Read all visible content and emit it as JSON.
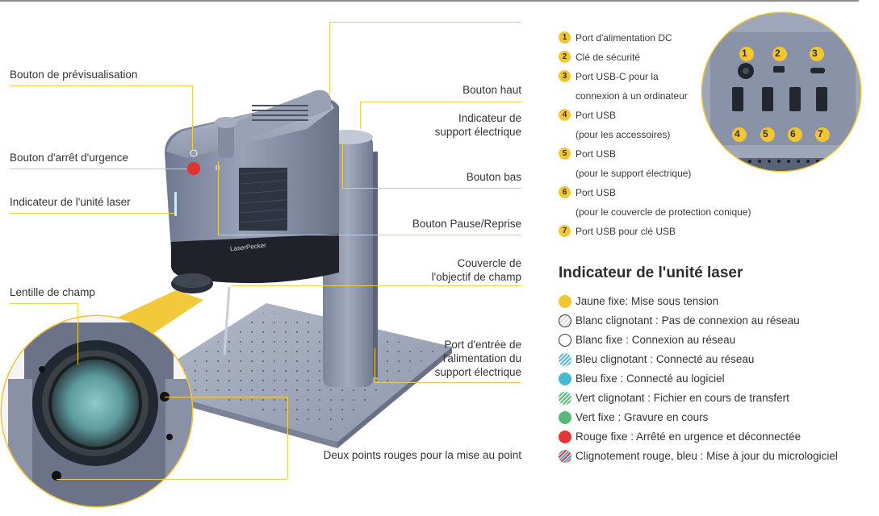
{
  "callouts": {
    "preview_button": "Bouton de prévisualisation",
    "emergency_stop": "Bouton d'arrêt d'urgence",
    "laser_indicator": "Indicateur de l'unité laser",
    "field_lens": "Lentille de champ",
    "top_button": "Bouton haut",
    "power_support_indicator_1": "Indicateur de",
    "power_support_indicator_2": "support électrique",
    "bottom_button": "Bouton bas",
    "pause_resume": "Bouton Pause/Reprise",
    "lens_cover_1": "Couvercle de",
    "lens_cover_2": "l'objectif de champ",
    "power_input_1": "Port d'entrée de",
    "power_input_2": "l'alimentation du",
    "power_input_3": "support électrique",
    "red_dots": "Deux points rouges pour la mise au point"
  },
  "device": {
    "brand": "LaserPecker"
  },
  "ports": [
    {
      "num": "1",
      "text": "Port d'alimentation DC"
    },
    {
      "num": "2",
      "text": "Clé de sécurité"
    },
    {
      "num": "3",
      "text": "Port USB-C pour la"
    },
    {
      "num": "",
      "text": "connexion à un ordinateur"
    },
    {
      "num": "4",
      "text": "Port USB"
    },
    {
      "num": "",
      "text": "(pour les accessoires)"
    },
    {
      "num": "5",
      "text": "Port USB"
    },
    {
      "num": "",
      "text": "(pour le support électrique)"
    },
    {
      "num": "6",
      "text": "Port USB"
    },
    {
      "num": "",
      "text": "(pour le couvercle de protection conique)"
    },
    {
      "num": "7",
      "text": "Port USB pour clé USB"
    }
  ],
  "port_inset_numbers": [
    "1",
    "2",
    "3",
    "4",
    "5",
    "6",
    "7"
  ],
  "indicator_title": "Indicateur de l'unité laser",
  "indicators": [
    {
      "text": "Jaune fixe: Mise sous tension",
      "color": "#f2c632",
      "style": "solid"
    },
    {
      "text": "Blanc clignotant : Pas de connexion au réseau",
      "color": "#ffffff",
      "style": "blink"
    },
    {
      "text": "Blanc fixe : Connexion au réseau",
      "color": "#ffffff",
      "style": "solid"
    },
    {
      "text": "Bleu clignotant : Connecté au réseau",
      "color": "#5ab8d6",
      "style": "blink"
    },
    {
      "text": "Bleu fixe : Connecté au logiciel",
      "color": "#49b9cf",
      "style": "solid"
    },
    {
      "text": "Vert clignotant : Fichier en cours de transfert",
      "color": "#5dbb7a",
      "style": "blink"
    },
    {
      "text": "Vert fixe : Gravure en cours",
      "color": "#58b878",
      "style": "solid"
    },
    {
      "text": "Rouge fixe : Arrêté en urgence et déconnectée",
      "color": "#e2383a",
      "style": "solid"
    },
    {
      "text": "Clignotement rouge, bleu : Mise à jour du micrologiciel",
      "color": "#e2383a",
      "color2": "#4aa8d0",
      "style": "blink2"
    }
  ]
}
